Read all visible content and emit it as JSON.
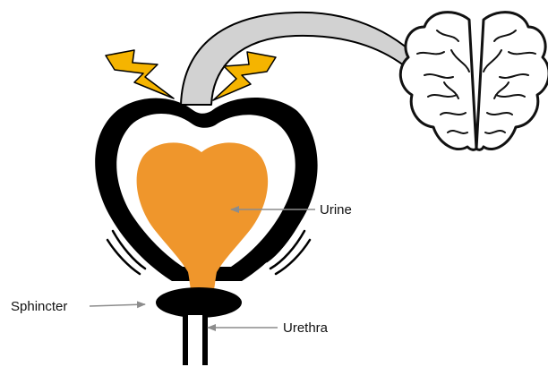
{
  "labels": {
    "urine": "Urine",
    "sphincter": "Sphincter",
    "urethra": "Urethra"
  },
  "colors": {
    "urine": "#EF962C",
    "bladder_wall": "#000000",
    "lightning": "#F5B400",
    "arrow_fill": "#D2D2D2",
    "pointer": "#8C8C8C"
  },
  "icons": [
    "lightning-bolt-icon",
    "brain-icon",
    "curved-arrow-icon"
  ]
}
